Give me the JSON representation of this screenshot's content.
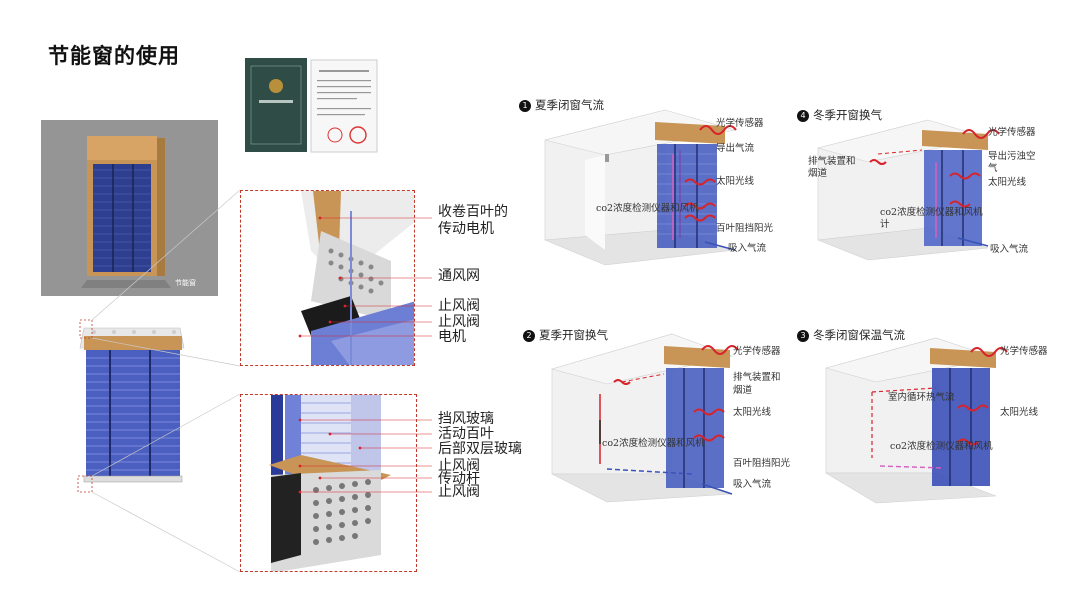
{
  "title": "节能窗的使用",
  "photo_caption": "节能窗",
  "callouts_top": [
    "收卷百叶的",
    "传动电机",
    "通风网",
    "止风阀",
    "止风阀",
    "电机"
  ],
  "callouts_bottom": [
    "挡风玻璃",
    "活动百叶",
    "后部双层玻璃",
    "止风阀",
    "传动杆",
    "止风阀"
  ],
  "panels": {
    "p1": {
      "num": "1",
      "title": "夏季闭窗气流",
      "labels": [
        "光学传感器",
        "导出气流",
        "太阳光线",
        "co2浓度检测仪器和风机",
        "百叶阻挡阳光",
        "吸入气流"
      ]
    },
    "p4": {
      "num": "4",
      "title": "冬季开窗换气",
      "labels": [
        "光学传感器",
        "排气装置和",
        "烟道",
        "导出污浊空",
        "气",
        "太阳光线",
        "co2浓度检测仪器和风机",
        "计",
        "吸入气流"
      ]
    },
    "p2": {
      "num": "2",
      "title": "夏季开窗换气",
      "labels": [
        "光学传感器",
        "排气装置和",
        "烟道",
        "太阳光线",
        "co2浓度检测仪器和风机",
        "百叶阻挡阳光",
        "吸入气流"
      ]
    },
    "p3": {
      "num": "3",
      "title": "冬季闭窗保温气流",
      "labels": [
        "光学传感器",
        "室内循环热气流",
        "太阳光线",
        "co2浓度检测仪器和风机"
      ]
    }
  },
  "colors": {
    "blind": "#3c4fae",
    "blind_light": "#8f9be0",
    "wood": "#c79552",
    "red": "#d8232a",
    "frame": "#e6e6e6",
    "dashed": "#c0392b"
  }
}
